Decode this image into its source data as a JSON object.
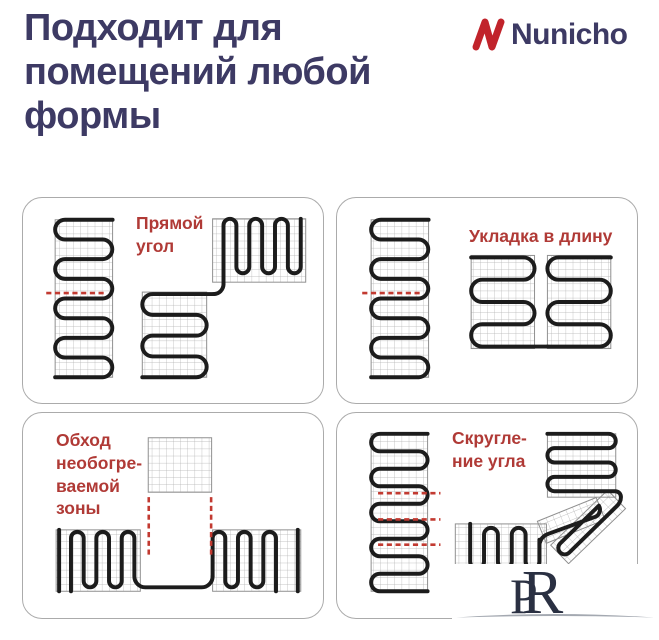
{
  "header": {
    "title": "Подходит для помещений любой формы"
  },
  "brand": {
    "name": "Nunicho"
  },
  "panels": [
    {
      "id": "right-angle",
      "label_lines": [
        "Прямой",
        "угол"
      ]
    },
    {
      "id": "lengthwise",
      "label_lines": [
        "Укладка в длину"
      ]
    },
    {
      "id": "bypass-zone",
      "label_lines": [
        "Обход",
        "необогре-",
        "ваемой",
        "зоны"
      ]
    },
    {
      "id": "rounded-corner",
      "label_lines": [
        "Скругле-",
        "ние угла"
      ]
    }
  ],
  "watermark": {
    "letters": [
      "P",
      "R"
    ]
  },
  "colors": {
    "title": "#3d3a64",
    "label_red": "#b03a36",
    "brand_red": "#c1232b",
    "dash_red": "#c23a31",
    "cable": "#1c1c1c",
    "monogram": "#2a3042",
    "swoosh": "#9aa0a8"
  }
}
